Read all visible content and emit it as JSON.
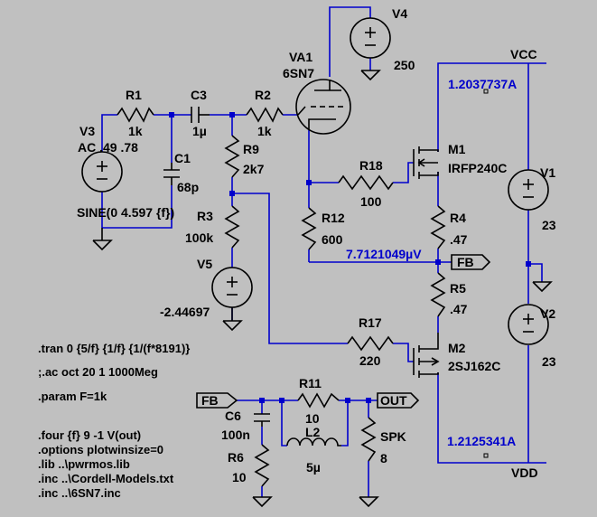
{
  "components": {
    "v4": {
      "name": "V4",
      "value": "250"
    },
    "va1": {
      "name": "VA1",
      "model": "6SN7"
    },
    "r1": {
      "name": "R1",
      "value": "1k"
    },
    "c3": {
      "name": "C3",
      "value": "1µ"
    },
    "r2": {
      "name": "R2",
      "value": "1k"
    },
    "v3": {
      "name": "V3",
      "value": "AC .49 .78",
      "source": "SINE(0 4.597 {f})"
    },
    "c1": {
      "name": "C1",
      "value": "68p"
    },
    "r9": {
      "name": "R9",
      "value": "2k7"
    },
    "r3": {
      "name": "R3",
      "value": "100k"
    },
    "v5": {
      "name": "V5",
      "value": "-2.44697"
    },
    "r18": {
      "name": "R18",
      "value": "100"
    },
    "m1": {
      "name": "M1",
      "model": "IRFP240C"
    },
    "r12": {
      "name": "R12",
      "value": "600"
    },
    "r4": {
      "name": "R4",
      "value": ".47"
    },
    "r5": {
      "name": "R5",
      "value": ".47"
    },
    "v1": {
      "name": "V1",
      "value": "23"
    },
    "v2": {
      "name": "V2",
      "value": "23"
    },
    "r17": {
      "name": "R17",
      "value": "220"
    },
    "m2": {
      "name": "M2",
      "model": "2SJ162C"
    },
    "r11": {
      "name": "R11",
      "value": "10"
    },
    "l2": {
      "name": "L2",
      "value": "5µ"
    },
    "c6": {
      "name": "C6",
      "value": "100n"
    },
    "r6": {
      "name": "R6",
      "value": "10"
    },
    "spk": {
      "name": "SPK",
      "value": "8"
    }
  },
  "nets": {
    "vcc": "VCC",
    "vdd": "VDD",
    "fb": "FB",
    "out": "OUT"
  },
  "probes": {
    "vcc_current": "1.2037737A",
    "fb_voltage": "7.7121049µV",
    "vdd_current": "1.2125341A"
  },
  "directives": [
    ".tran 0 {5/f} {1/f} {1/(f*8191)}",
    ";.ac oct 20 1 1000Meg",
    ".param F=1k",
    "",
    ".four {f} 9 -1 V(out)",
    ".options plotwinsize=0",
    ".lib ..\\pwrmos.lib",
    ".inc ..\\Cordell-Models.txt",
    ".inc ..\\6SN7.inc"
  ],
  "colors": {
    "background": "#c0c0c0",
    "wire": "#0000cc",
    "symbol": "#000000",
    "probe_text": "#0000cc"
  }
}
